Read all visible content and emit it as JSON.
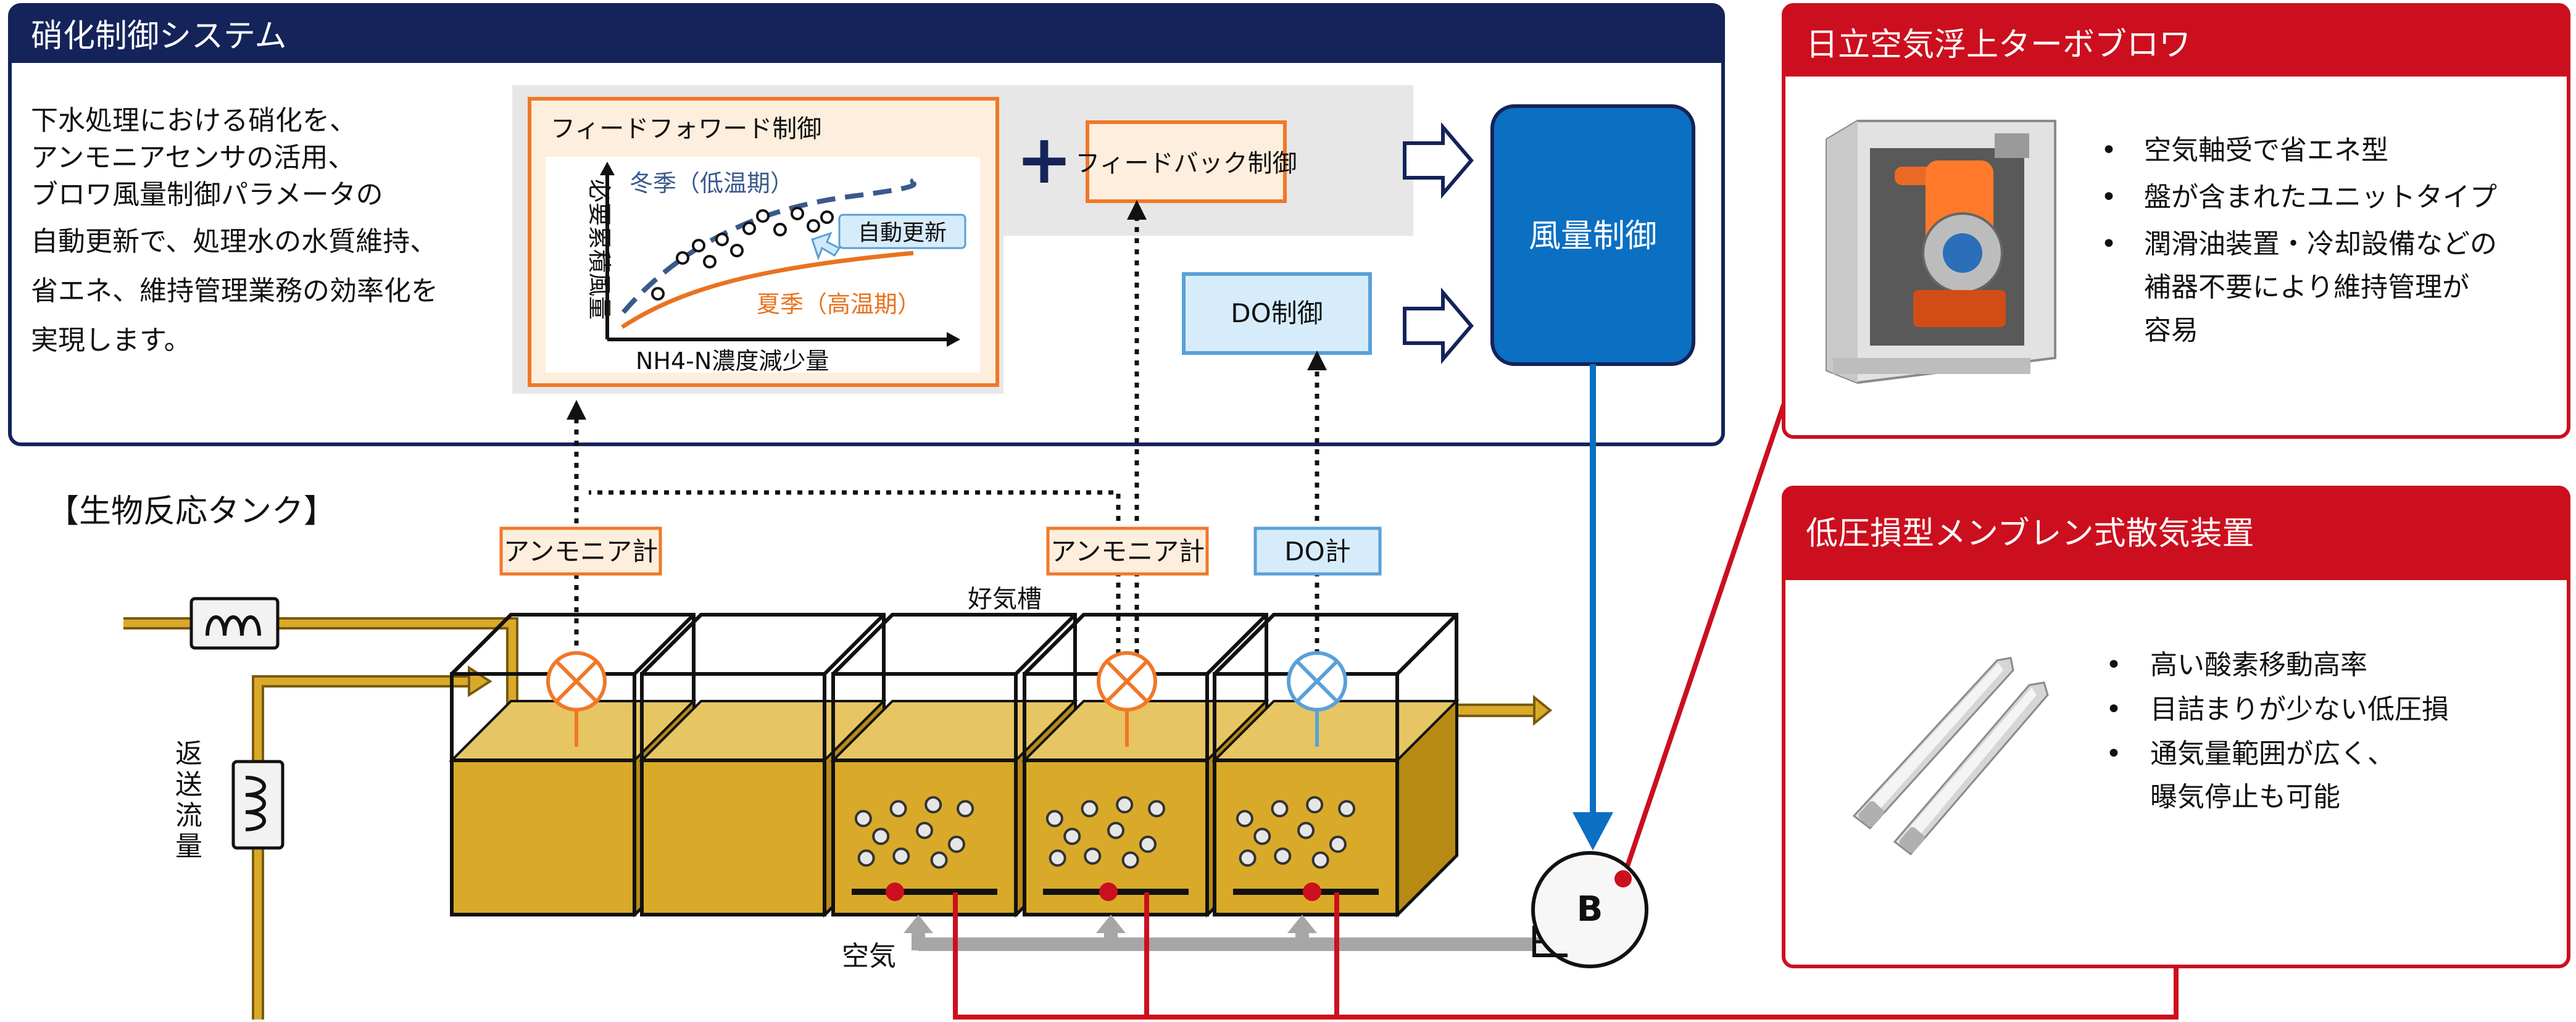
{
  "colors": {
    "navy": "#14235a",
    "orange": "#f07828",
    "blue": "#0b6fc2",
    "light_blue_fill": "#d7ecfb",
    "red": "#cc0f1e",
    "tank_gold": "#d9aa29",
    "grey_pipe": "#a6a6a6"
  },
  "nitrification": {
    "title": "硝化制御システム",
    "description_lines": [
      "下水処理における硝化を、",
      "アンモニアセンサの活用、",
      "ブロワ風量制御パラメータの",
      "自動更新で、処理水の水質維持、",
      "省エネ、維持管理業務の効率化を",
      "実現します。"
    ],
    "feedforward": {
      "title": "フィードフォワード制御",
      "ylabel": "必要累積風量",
      "xlabel": "NH4-N濃度減少量",
      "winter_label": "冬季（低温期）",
      "summer_label": "夏季（高温期）",
      "auto_update_label": "自動更新"
    },
    "plus": "+",
    "feedback": "フィードバック制御",
    "do_control": "DO制御",
    "airflow_control": "風量制御"
  },
  "tank": {
    "title": "【生物反応タンク】",
    "ammonia_meter_1": "アンモニア計",
    "ammonia_meter_2": "アンモニア計",
    "do_meter": "DO計",
    "aerobic_tank": "好気槽",
    "return_flow": [
      "返",
      "送",
      "流",
      "量"
    ],
    "air": "空気",
    "blower": "B",
    "icon": "heater-coil-icon"
  },
  "blower_panel": {
    "title": "日立空気浮上ターボブロワ",
    "bullets": [
      "空気軸受で省エネ型",
      "盤が含まれたユニットタイプ",
      "潤滑油装置・冷却設備などの",
      "補器不要により維持管理が",
      "容易"
    ],
    "image_icon": "turbo-blower-unit-image"
  },
  "diffuser_panel": {
    "title": "低圧損型メンブレン式散気装置",
    "bullets": [
      "高い酸素移動高率",
      "目詰まりが少ない低圧損",
      "通気量範囲が広く、",
      "曝気停止も可能"
    ],
    "image_icon": "membrane-diffuser-image"
  }
}
